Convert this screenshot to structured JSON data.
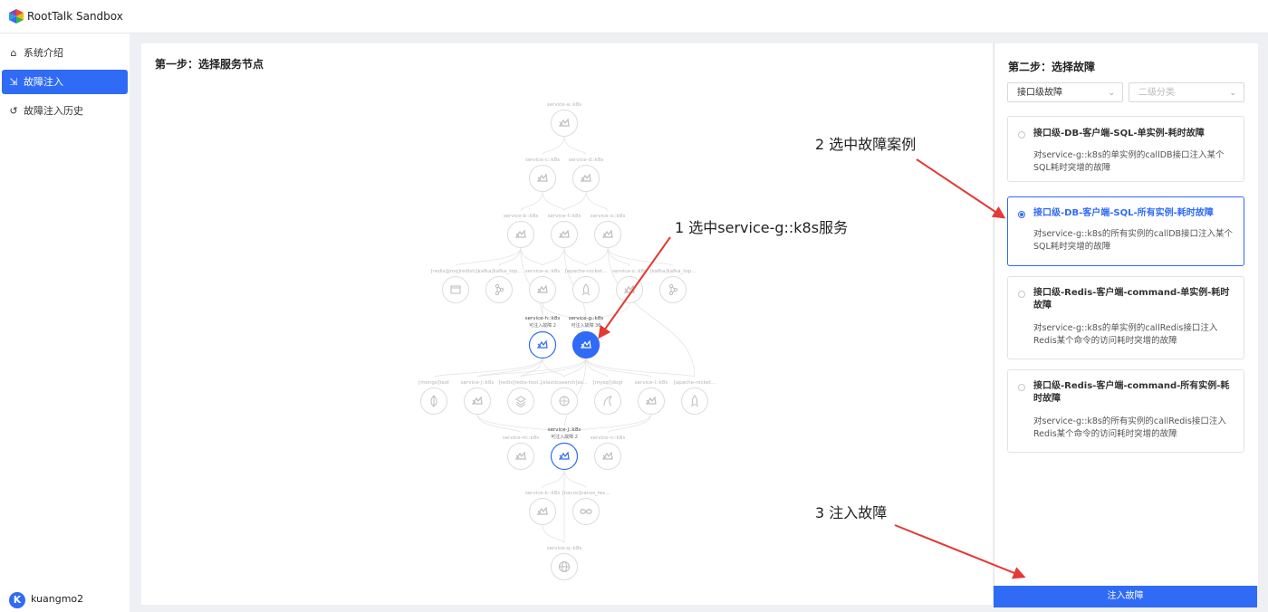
{
  "app": {
    "title": "RootTalk Sandbox"
  },
  "sidebar": {
    "items": [
      {
        "label": "系统介绍",
        "icon": "home-icon"
      },
      {
        "label": "故障注入",
        "icon": "export-icon",
        "active": true
      },
      {
        "label": "故障注入历史",
        "icon": "history-icon"
      }
    ],
    "user": {
      "initial": "K",
      "name": "kuangmo2"
    }
  },
  "step1": {
    "title": "第一步：选择服务节点"
  },
  "graph": {
    "nodes": [
      {
        "id": "a",
        "label": "service-a::k8s",
        "icon": "deploy"
      },
      {
        "id": "c",
        "label": "service-c::k8s",
        "icon": "deploy"
      },
      {
        "id": "d",
        "label": "service-d::k8s",
        "icon": "deploy"
      },
      {
        "id": "b",
        "label": "service-b::k8s",
        "icon": "deploy"
      },
      {
        "id": "f",
        "label": "service-f::k8s",
        "icon": "deploy"
      },
      {
        "id": "o",
        "label": "service-o::k8s",
        "icon": "deploy"
      },
      {
        "id": "r1",
        "label": "[redis@mq]redisti...",
        "icon": "folder"
      },
      {
        "id": "r2",
        "label": "[kafka]kafka_top...",
        "icon": "kafka"
      },
      {
        "id": "r3",
        "label": "service-a::k8s",
        "icon": "deploy"
      },
      {
        "id": "r4",
        "label": "[apache-rocket...",
        "icon": "rocket"
      },
      {
        "id": "r5",
        "label": "service-s::k8s",
        "icon": "deploy"
      },
      {
        "id": "r6",
        "label": "[kafka]kafka_top...",
        "icon": "kafka"
      },
      {
        "id": "h",
        "label": "service-h::k8s",
        "sub": "可注入故障  2",
        "icon": "deploy",
        "state": "active"
      },
      {
        "id": "g",
        "label": "service-g::k8s",
        "sub": "可注入故障  36",
        "icon": "deploy",
        "state": "selected"
      },
      {
        "id": "b1",
        "label": "[mongo]test",
        "icon": "leaf"
      },
      {
        "id": "b2",
        "label": "service-j::k8s",
        "icon": "deploy"
      },
      {
        "id": "b3",
        "label": "[redis]redis-tool...",
        "icon": "stack"
      },
      {
        "id": "b4",
        "label": "[elasticsearch]es...",
        "icon": "es"
      },
      {
        "id": "b5",
        "label": "[mysql]dogi",
        "icon": "dolphin"
      },
      {
        "id": "b6",
        "label": "service-l::k8s",
        "icon": "deploy"
      },
      {
        "id": "b7",
        "label": "[apache-rocket...",
        "icon": "rocket"
      },
      {
        "id": "m",
        "label": "service-m::k8s",
        "icon": "deploy"
      },
      {
        "id": "j",
        "label": "service-j::k8s",
        "sub": "可注入故障  2",
        "icon": "deploy",
        "state": "active"
      },
      {
        "id": "n",
        "label": "service-n::k8s",
        "icon": "deploy"
      },
      {
        "id": "k",
        "label": "service-k::k8s",
        "icon": "deploy"
      },
      {
        "id": "nacos",
        "label": "[nacos]nacos_tes...",
        "icon": "infinity"
      },
      {
        "id": "q",
        "label": "service-q::k8s",
        "icon": "globe"
      }
    ]
  },
  "step2": {
    "title": "第二步：选择故障",
    "category_select": "接口级故障",
    "sub_select_placeholder": "二级分类"
  },
  "faults": [
    {
      "title": "接口级-DB-客户端-SQL-单实例-耗时故障",
      "desc": "对service-g::k8s的单实例的callDB接口注入某个SQL耗时突增的故障"
    },
    {
      "title": "接口级-DB-客户端-SQL-所有实例-耗时故障",
      "desc": "对service-g::k8s的所有实例的callDB接口注入某个SQL耗时突增的故障",
      "selected": true
    },
    {
      "title": "接口级-Redis-客户端-command-单实例-耗时故障",
      "desc": "对service-g::k8s的单实例的callRedis接口注入Redis某个命令的访问耗时突增的故障"
    },
    {
      "title": "接口级-Redis-客户端-command-所有实例-耗时故障",
      "desc": "对service-g::k8s的所有实例的callRedis接口注入Redis某个命令的访问耗时突增的故障"
    }
  ],
  "inject_button": "注入故障",
  "annotations": {
    "a1": "1  选中service-g::k8s服务",
    "a2": "2  选中故障案例",
    "a3": "3  注入故障"
  },
  "colors": {
    "primary": "#2f6bf5",
    "annotation_arrow": "#e53935"
  }
}
